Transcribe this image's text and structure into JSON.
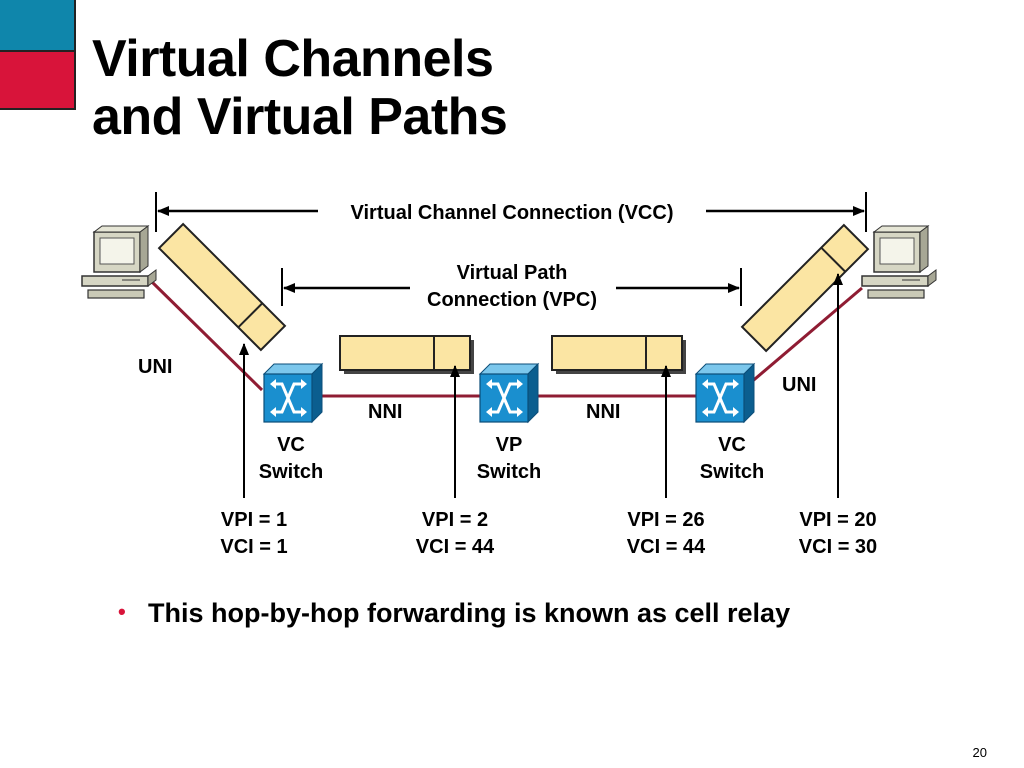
{
  "slide": {
    "title_line1": "Virtual Channels",
    "title_line2": "and Virtual Paths",
    "bullet": "This hop-by-hop forwarding is known as cell relay",
    "page_number": "20"
  },
  "colors": {
    "accent_blue": "#0f86ab",
    "accent_red": "#d8143a",
    "link_red": "#b21d3a",
    "cell_fill": "#fbe5a3",
    "switch_blue": "#1a8fcf"
  },
  "diagram": {
    "vcc_label": "Virtual Channel Connection (VCC)",
    "vpc_label_line1": "Virtual Path",
    "vpc_label_line2": "Connection (VPC)",
    "uni_left": "UNI",
    "uni_right": "UNI",
    "nni_left": "NNI",
    "nni_right": "NNI",
    "switches": [
      {
        "line1": "VC",
        "line2": "Switch",
        "icon": "atm-switch-icon"
      },
      {
        "line1": "VP",
        "line2": "Switch",
        "icon": "atm-switch-icon"
      },
      {
        "line1": "VC",
        "line2": "Switch",
        "icon": "atm-switch-icon"
      }
    ],
    "identifiers": [
      {
        "vpi": "VPI = 1",
        "vci": "VCI = 1"
      },
      {
        "vpi": "VPI = 2",
        "vci": "VCI = 44"
      },
      {
        "vpi": "VPI = 26",
        "vci": "VCI = 44"
      },
      {
        "vpi": "VPI = 20",
        "vci": "VCI = 30"
      }
    ],
    "endpoints": [
      {
        "icon": "computer-icon"
      },
      {
        "icon": "computer-icon"
      }
    ]
  }
}
